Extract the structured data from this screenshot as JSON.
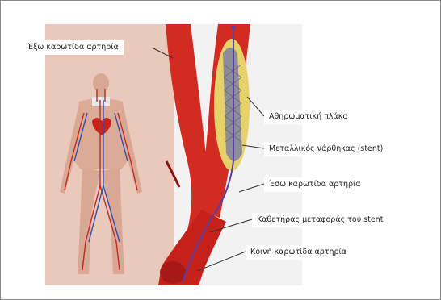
{
  "labels": {
    "external_carotid": "Έξω καρωτίδα αρτηρία",
    "plaque": "Αθηρωματική πλάκα",
    "stent": "Μεταλλικός νάρθηκας (stent)",
    "internal_carotid": "Έσω καρωτίδα αρτηρία",
    "catheter": "Καθετήρας μεταφοράς του stent",
    "common_carotid": "Κοινή καρωτίδα αρτηρία"
  },
  "colors": {
    "artery": "#d22b22",
    "artery_dark": "#a51a15",
    "plaque": "#e6d16a",
    "stent": "#8d8d95",
    "catheter": "#5a3fa6",
    "skin": "#e9c9bb"
  }
}
